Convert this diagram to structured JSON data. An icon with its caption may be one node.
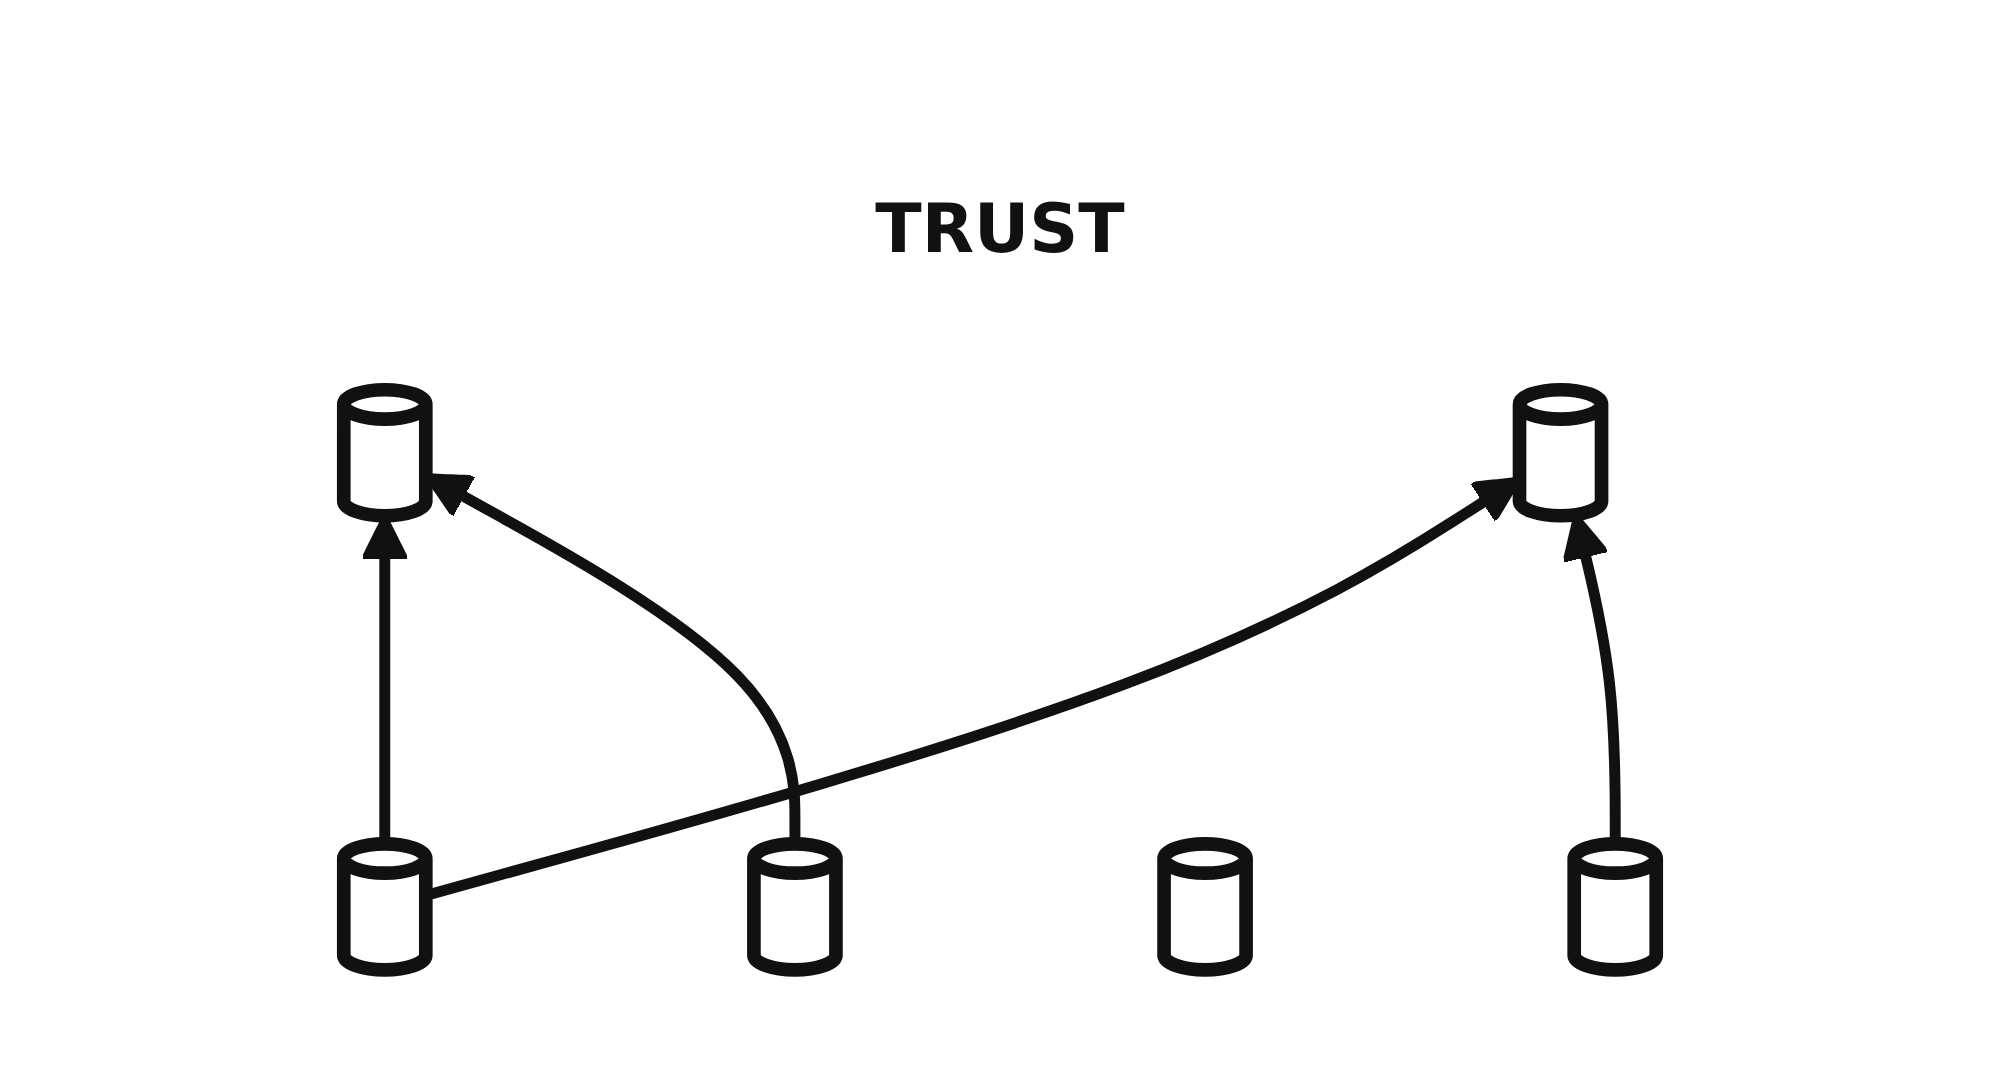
{
  "diagram": {
    "title": "TRUST",
    "nodes": [
      {
        "text": [],
        "shape": "cylinder"
      },
      {
        "text": [],
        "shape": "cylinder"
      },
      {
        "text": [],
        "shape": "cylinder"
      },
      {
        "text": [],
        "shape": "cylinder"
      },
      {
        "text": [],
        "shape": "cylinder"
      },
      {
        "text": [],
        "shape": "cylinder"
      }
    ],
    "edges": [
      {
        "from": 1,
        "to": 0,
        "arrow": "to"
      },
      {
        "from": 1,
        "to": 2,
        "arrow": "to"
      },
      {
        "from": 3,
        "to": 0,
        "arrow": "to"
      },
      {
        "from": 5,
        "to": 2,
        "arrow": "to"
      }
    ]
  }
}
